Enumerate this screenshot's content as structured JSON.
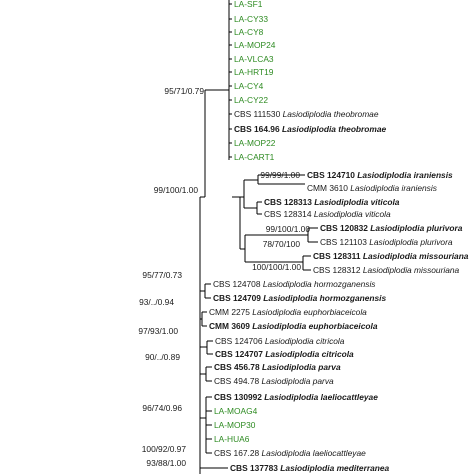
{
  "colors": {
    "branch": "#000000",
    "label": "#1a1a1a",
    "green": "#2e8b22"
  },
  "taxa": [
    {
      "id": "t0",
      "code": "LA-SF1",
      "name": "",
      "color": "green",
      "bold": false
    },
    {
      "id": "t1",
      "code": "LA-CY33",
      "name": "",
      "color": "green",
      "bold": false
    },
    {
      "id": "t2",
      "code": "LA-CY8",
      "name": "",
      "color": "green",
      "bold": false
    },
    {
      "id": "t3",
      "code": "LA-MOP24",
      "name": "",
      "color": "green",
      "bold": false
    },
    {
      "id": "t4",
      "code": "LA-VLCA3",
      "name": "",
      "color": "green",
      "bold": false
    },
    {
      "id": "t5",
      "code": "LA-HRT19",
      "name": "",
      "color": "green",
      "bold": false
    },
    {
      "id": "t6",
      "code": "LA-CY4",
      "name": "",
      "color": "green",
      "bold": false
    },
    {
      "id": "t7",
      "code": "LA-CY22",
      "name": "",
      "color": "green",
      "bold": false
    },
    {
      "id": "t8",
      "code": "CBS 111530",
      "name": "Lasiodiplodia theobromae",
      "color": "black",
      "bold": false
    },
    {
      "id": "t9",
      "code": "CBS 164.96",
      "name": "Lasiodiplodia theobromae",
      "color": "black",
      "bold": true
    },
    {
      "id": "t10",
      "code": "LA-MOP22",
      "name": "",
      "color": "green",
      "bold": false
    },
    {
      "id": "t11",
      "code": "LA-CART1",
      "name": "",
      "color": "green",
      "bold": false
    },
    {
      "id": "t12",
      "code": "CBS 124710",
      "name": "Lasiodiplodia iraniensis",
      "color": "black",
      "bold": true
    },
    {
      "id": "t13",
      "code": "CMM 3610",
      "name": "Lasiodiplodia iraniensis",
      "color": "black",
      "bold": false
    },
    {
      "id": "t14",
      "code": "CBS 128313",
      "name": "Lasiodiplodia viticola",
      "color": "black",
      "bold": true
    },
    {
      "id": "t15",
      "code": "CBS 128314",
      "name": "Lasiodiplodia viticola",
      "color": "black",
      "bold": false
    },
    {
      "id": "t16",
      "code": "CBS 120832",
      "name": "Lasiodiplodia plurivora",
      "color": "black",
      "bold": true
    },
    {
      "id": "t17",
      "code": "CBS 121103",
      "name": "Lasiodiplodia plurivora",
      "color": "black",
      "bold": false
    },
    {
      "id": "t18",
      "code": "CBS 128311",
      "name": "Lasiodiplodia missouriana",
      "color": "black",
      "bold": true
    },
    {
      "id": "t19",
      "code": "CBS 128312",
      "name": "Lasiodiplodia missouriana",
      "color": "black",
      "bold": false
    },
    {
      "id": "t20",
      "code": "CBS 124708",
      "name": "Lasiodiplodia hormozganensis",
      "color": "black",
      "bold": false
    },
    {
      "id": "t21",
      "code": "CBS 124709",
      "name": "Lasiodiplodia hormozganensis",
      "color": "black",
      "bold": true
    },
    {
      "id": "t22",
      "code": "CMM 2275",
      "name": "Lasiodiplodia euphorbiaceicola",
      "color": "black",
      "bold": false
    },
    {
      "id": "t23",
      "code": "CMM 3609",
      "name": "Lasiodiplodia euphorbiaceicola",
      "color": "black",
      "bold": true
    },
    {
      "id": "t24",
      "code": "CBS 124706",
      "name": "Lasiodiplodia citricola",
      "color": "black",
      "bold": false
    },
    {
      "id": "t25",
      "code": "CBS 124707",
      "name": "Lasiodiplodia citricola",
      "color": "black",
      "bold": true
    },
    {
      "id": "t26",
      "code": "CBS 456.78",
      "name": "Lasiodiplodia parva",
      "color": "black",
      "bold": true
    },
    {
      "id": "t27",
      "code": "CBS 494.78",
      "name": "Lasiodiplodia parva",
      "color": "black",
      "bold": false
    },
    {
      "id": "t28",
      "code": "CBS 130992",
      "name": "Lasiodiplodia laeliocattleyae",
      "color": "black",
      "bold": true
    },
    {
      "id": "t29",
      "code": "LA-MOAG4",
      "name": "",
      "color": "green",
      "bold": false
    },
    {
      "id": "t30",
      "code": "LA-MOP30",
      "name": "",
      "color": "green",
      "bold": false
    },
    {
      "id": "t31",
      "code": "LA-HUA6",
      "name": "",
      "color": "green",
      "bold": false
    },
    {
      "id": "t32",
      "code": "CBS 167.28",
      "name": "Lasiodiplodia laeliocattleyae",
      "color": "black",
      "bold": false
    },
    {
      "id": "t33",
      "code": "CBS 137783",
      "name": "Lasiodiplodia mediterranea",
      "color": "black",
      "bold": true
    }
  ],
  "supports": [
    {
      "id": "s_theo",
      "text": "95/71/0.79"
    },
    {
      "id": "s_iran",
      "text": "99/99/1.00"
    },
    {
      "id": "s_irvit",
      "text": "99/100/1.00"
    },
    {
      "id": "s_pluri",
      "text": "99/100/1.00"
    },
    {
      "id": "s_pm",
      "text": "78/70/100"
    },
    {
      "id": "s_miss",
      "text": "100/100/1.00"
    },
    {
      "id": "s_horm",
      "text": "95/77/0.73"
    },
    {
      "id": "s_euph",
      "text": "93/../0.94"
    },
    {
      "id": "s_citr",
      "text": "97/93/1.00"
    },
    {
      "id": "s_parva",
      "text": "90/../0.89"
    },
    {
      "id": "s_lael",
      "text": "96/74/0.96"
    },
    {
      "id": "s_lael2",
      "text": "100/92/0.97"
    },
    {
      "id": "s_med",
      "text": "93/88/1.00"
    }
  ]
}
